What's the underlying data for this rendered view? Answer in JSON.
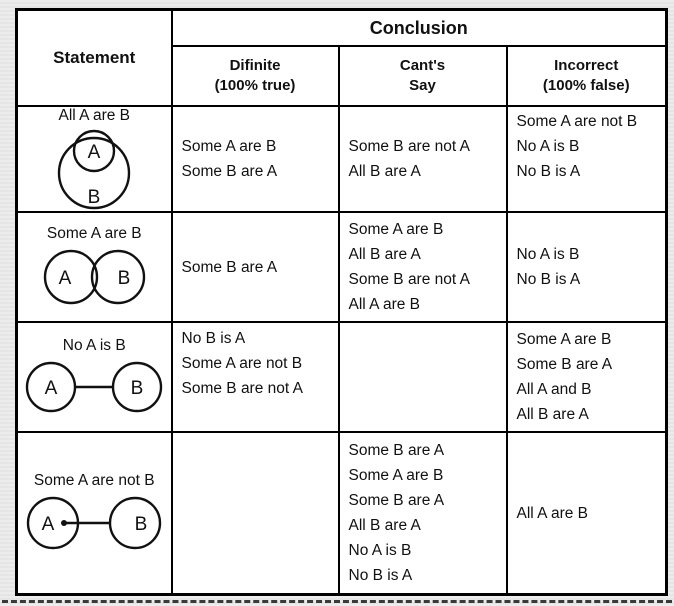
{
  "colors": {
    "background": "#e5e5e5",
    "table_background": "#ffffff",
    "border": "#000000",
    "text": "#111111"
  },
  "header": {
    "statement_label": "Statement",
    "conclusion_label": "Conclusion",
    "columns": [
      {
        "label": "Difinite",
        "sublabel": "(100% true)"
      },
      {
        "label": "Cant's",
        "sublabel": "Say"
      },
      {
        "label": "Incorrect",
        "sublabel": "(100% false)"
      }
    ]
  },
  "rows": [
    {
      "statement": "All A are B",
      "diagram": "circle-a-inside-circle-b",
      "labels": {
        "a": "A",
        "b": "B"
      },
      "definite": [
        "Some A are B",
        "Some B are A"
      ],
      "cant_say": [
        "Some B are not A",
        "All B are A"
      ],
      "incorrect": [
        "Some A are not B",
        "No A is B",
        "No B is A"
      ]
    },
    {
      "statement": "Some A are B",
      "diagram": "circles-a-b-overlapping",
      "labels": {
        "a": "A",
        "b": "B"
      },
      "definite": [
        "Some B are A"
      ],
      "cant_say": [
        "Some A are B",
        "All B are A",
        "Some B are not A",
        "All A are B"
      ],
      "incorrect": [
        "No A is B",
        "No B is A"
      ]
    },
    {
      "statement": "No A is B",
      "diagram": "circles-a-b-disjoint-connected",
      "labels": {
        "a": "A",
        "b": "B"
      },
      "definite": [
        "No B is A",
        "Some A are not B",
        "Some B are not A"
      ],
      "cant_say": [],
      "incorrect": [
        "Some A are B",
        "Some B are A",
        "All A and B",
        "All B are A"
      ]
    },
    {
      "statement": "Some A are not B",
      "diagram": "circles-a-b-disjoint-line-dot-into-a",
      "labels": {
        "a": "A",
        "b": "B"
      },
      "definite": [],
      "cant_say": [
        "Some B are A",
        "Some A are B",
        "Some B are A",
        "All B are A",
        "No A is B",
        "No B is A"
      ],
      "incorrect": [
        "All A are B"
      ]
    }
  ]
}
